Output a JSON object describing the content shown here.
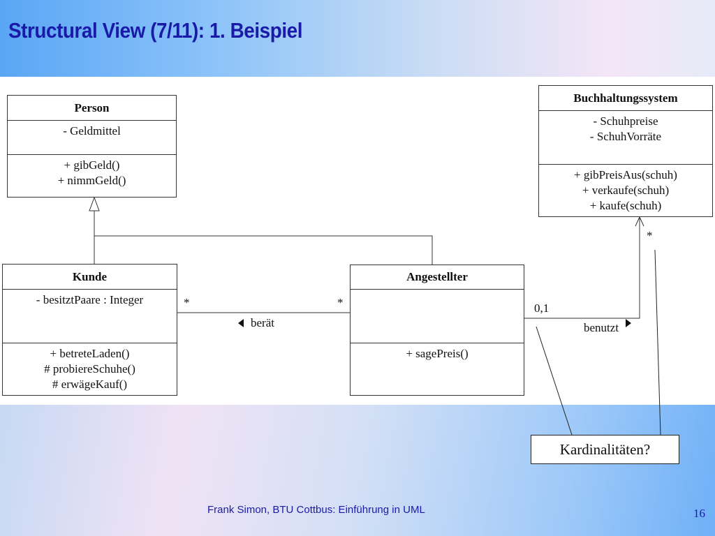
{
  "slide": {
    "title": "Structural View (7/11): 1. Beispiel",
    "footer": "Frank Simon, BTU Cottbus: Einführung in UML",
    "page_number": "16"
  },
  "classes": {
    "person": {
      "name": "Person",
      "attributes": [
        "- Geldmittel"
      ],
      "operations": [
        "+ gibGeld()",
        "+ nimmGeld()"
      ]
    },
    "kunde": {
      "name": "Kunde",
      "attributes": [
        "- besitztPaare : Integer"
      ],
      "operations": [
        "+ betreteLaden()",
        "# probiereSchuhe()",
        "# erwägeKauf()"
      ]
    },
    "angestellter": {
      "name": "Angestellter",
      "attributes": [],
      "operations": [
        "+ sagePreis()"
      ]
    },
    "buchhaltungssystem": {
      "name": "Buchhaltungssystem",
      "attributes": [
        "- Schuhpreise",
        "- SchuhVorräte"
      ],
      "operations": [
        "+ gibPreisAus(schuh)",
        "+ verkaufe(schuh)",
        "+ kaufe(schuh)"
      ]
    }
  },
  "associations": {
    "beraet": {
      "label": "berät",
      "mult_kunde": "*",
      "mult_angestellter": "*"
    },
    "benutzt": {
      "label": "benutzt",
      "mult_angestellter": "0,1",
      "mult_buchhaltung": "*"
    }
  },
  "note": {
    "text": "Kardinalitäten?"
  }
}
